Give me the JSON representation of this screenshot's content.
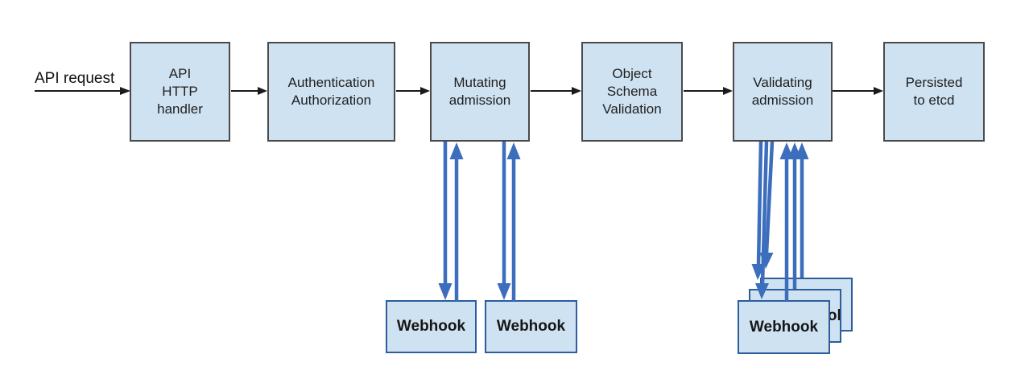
{
  "flow": {
    "request_label": "API request",
    "stages": [
      {
        "id": "api-http-handler",
        "label": "API\nHTTP\nhandler"
      },
      {
        "id": "authentication-authorization",
        "label": "Authentication\nAuthorization"
      },
      {
        "id": "mutating-admission",
        "label": "Mutating\nadmission"
      },
      {
        "id": "object-schema-validation",
        "label": "Object\nSchema\nValidation"
      },
      {
        "id": "validating-admission",
        "label": "Validating\nadmission"
      },
      {
        "id": "persisted-to-etcd",
        "label": "Persisted\nto etcd"
      }
    ],
    "mutating_webhooks": [
      {
        "label": "Webhook"
      },
      {
        "label": "Webhook"
      }
    ],
    "validating_webhook_stack": {
      "stack_count": 3,
      "front_label": "Webhook",
      "middle_label": "Webhook",
      "back_label": "Webhook"
    }
  },
  "colors": {
    "background": "#ffffff",
    "box_fill": "#cfe2f1",
    "stage_border": "#4a4a4a",
    "webhook_border": "#2c5d9d",
    "arrow_blue": "#3c6ebd",
    "arrow_black": "#1a1a1a",
    "text": "#1f1f1f"
  }
}
